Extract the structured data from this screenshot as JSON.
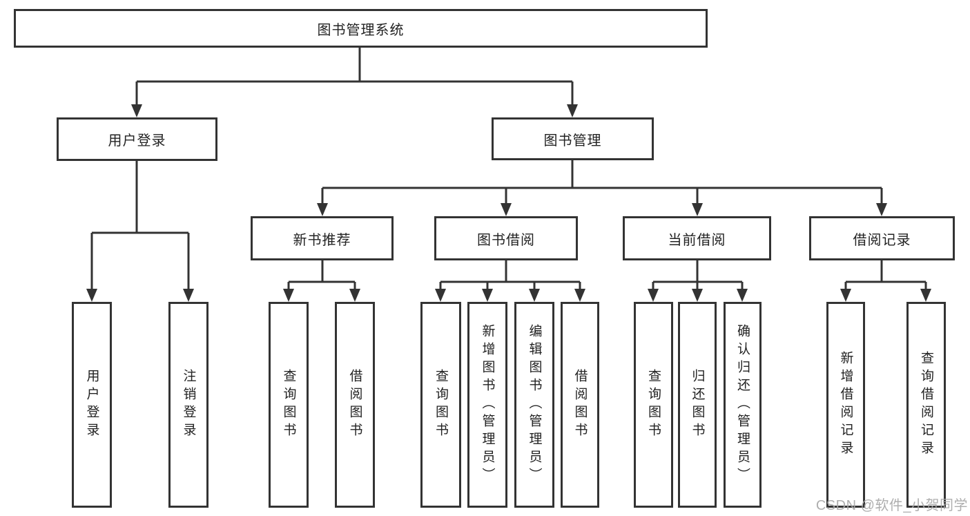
{
  "diagram": {
    "root": {
      "label": "图书管理系统"
    },
    "level2": [
      {
        "label": "用户登录"
      },
      {
        "label": "图书管理"
      }
    ],
    "level3": [
      {
        "label": "新书推荐"
      },
      {
        "label": "图书借阅"
      },
      {
        "label": "当前借阅"
      },
      {
        "label": "借阅记录"
      }
    ],
    "leaves": [
      {
        "label": "用户登录",
        "parent": "用户登录"
      },
      {
        "label": "注销登录",
        "parent": "用户登录"
      },
      {
        "label": "查询图书",
        "parent": "新书推荐"
      },
      {
        "label": "借阅图书",
        "parent": "新书推荐"
      },
      {
        "label": "查询图书",
        "parent": "图书借阅"
      },
      {
        "label": "新增图书（管理员）",
        "parent": "图书借阅"
      },
      {
        "label": "编辑图书（管理员）",
        "parent": "图书借阅"
      },
      {
        "label": "借阅图书",
        "parent": "图书借阅"
      },
      {
        "label": "查询图书",
        "parent": "当前借阅"
      },
      {
        "label": "归还图书",
        "parent": "当前借阅"
      },
      {
        "label": "确认归还（管理员）",
        "parent": "当前借阅"
      },
      {
        "label": "新增借阅记录",
        "parent": "借阅记录"
      },
      {
        "label": "查询借阅记录",
        "parent": "借阅记录"
      }
    ]
  },
  "watermark": {
    "text": "CSDN @软件_小贺同学"
  },
  "colors": {
    "line": "#333333",
    "text": "#222222",
    "watermark": "#a8a8a8",
    "background": "#ffffff"
  }
}
